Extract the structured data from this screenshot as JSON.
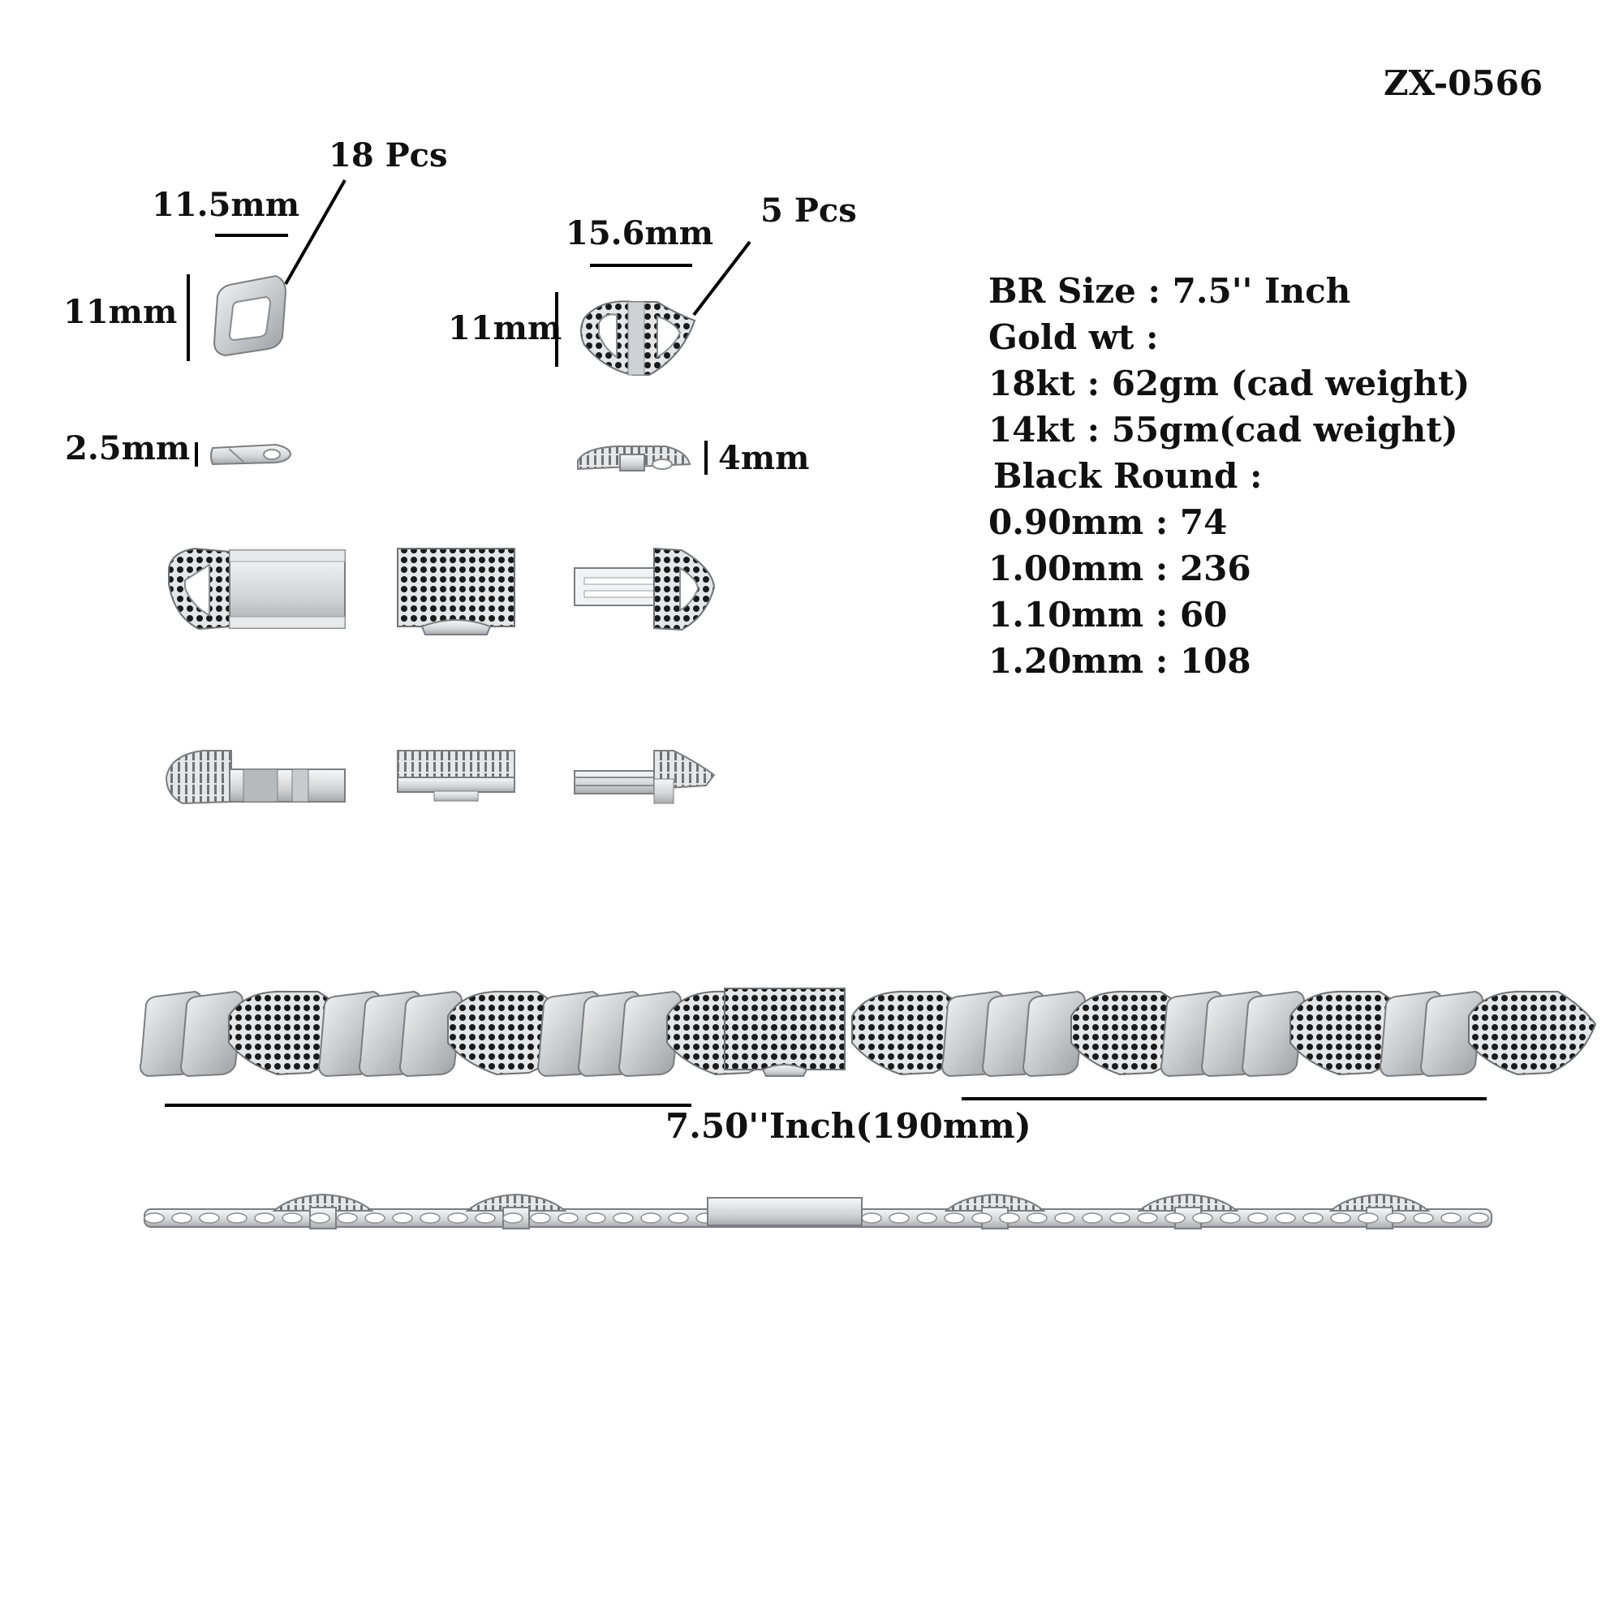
{
  "header": {
    "code": "ZX-0566"
  },
  "parts": {
    "cuban": {
      "width": "11.5mm",
      "height": "11mm",
      "thickness": "2.5mm",
      "qty": "18 Pcs"
    },
    "anchor": {
      "width": "15.6mm",
      "height": "11mm",
      "thickness": "4mm",
      "qty": "5 Pcs"
    }
  },
  "specs": {
    "size": "BR Size : 7.5'' Inch",
    "gold_title": "Gold wt :",
    "kt18": "18kt : 62gm (cad weight)",
    "kt14": "14kt : 55gm(cad weight)",
    "stone_title": "Black Round :",
    "s090": "0.90mm : 74",
    "s100": "1.00mm : 236",
    "s110": "1.10mm : 60",
    "s120": "1.20mm : 108"
  },
  "bracelet": {
    "length": "7.50''Inch(190mm)"
  },
  "colors": {
    "metal": "#d6d8da",
    "metal_dark": "#8e9194",
    "stone": "#1a1a1a",
    "line": "#000000"
  }
}
